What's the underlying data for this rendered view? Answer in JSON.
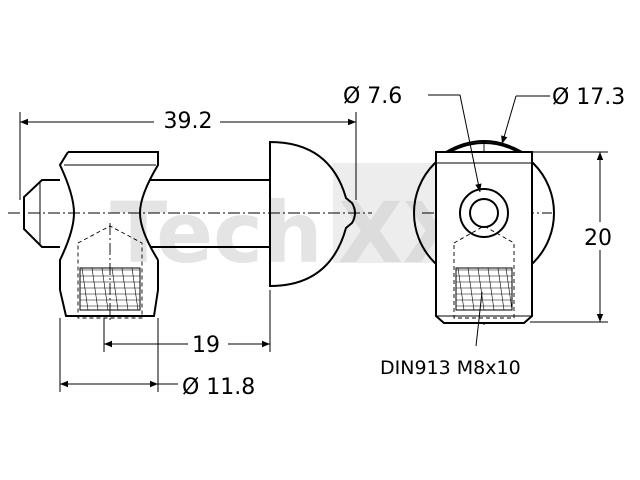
{
  "watermark": {
    "text_left": "Tech",
    "text_right": "XX"
  },
  "dimensions": {
    "total_length": "39.2",
    "head_diameter": "Ø 7.6",
    "body_diameter": "Ø 17.3",
    "shank_length": "19",
    "shank_diameter": "Ø 11.8",
    "height": "20"
  },
  "callout": {
    "set_screw": "DIN913 M8x10"
  }
}
